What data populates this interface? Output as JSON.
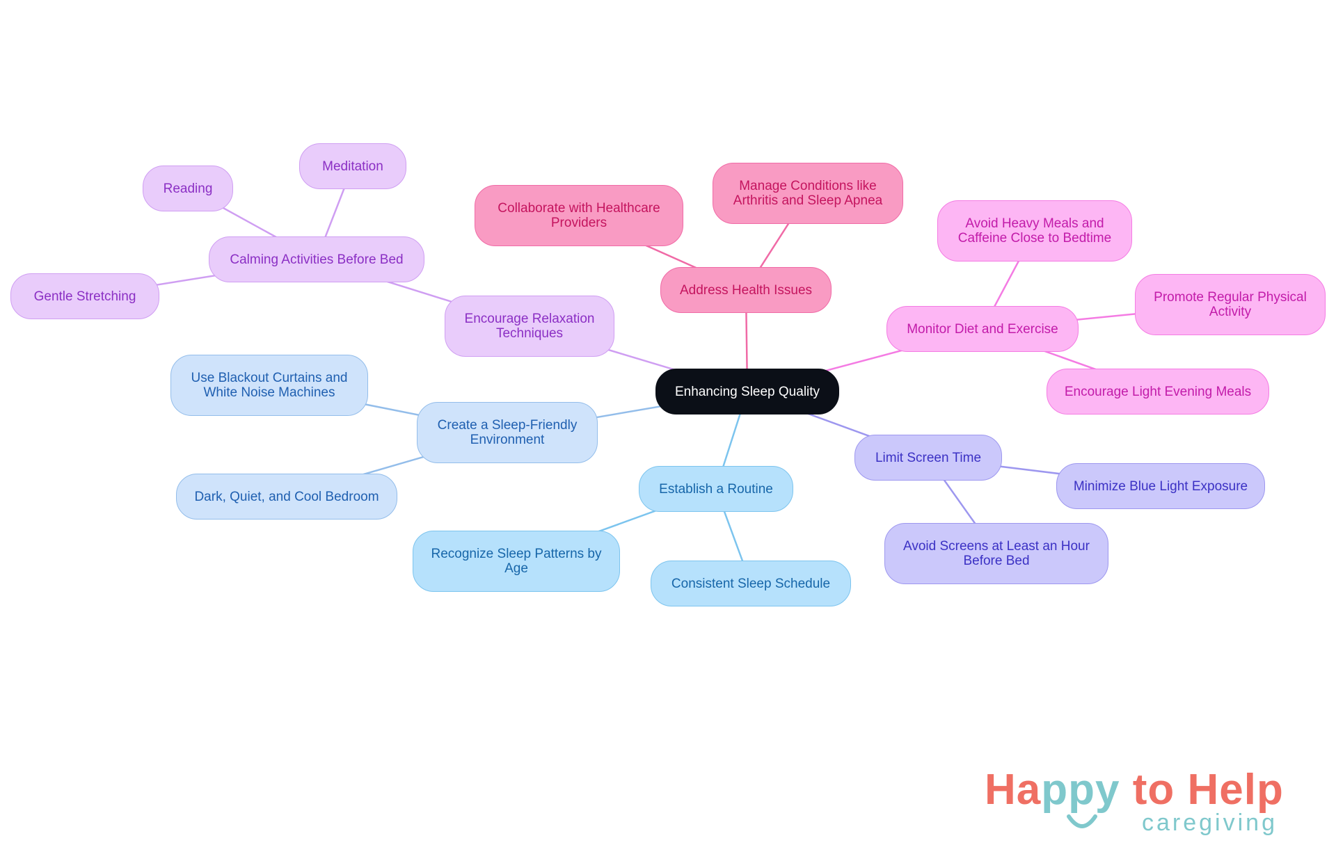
{
  "root": {
    "label": "Enhancing Sleep Quality",
    "color": "#0b0f17"
  },
  "branches": [
    {
      "label": "Address Health Issues",
      "fill": "#f99bc3",
      "stroke": "#f06aa6",
      "text": "#c4145e",
      "children": [
        {
          "label": "Collaborate with Healthcare Providers"
        },
        {
          "label": "Manage Conditions like Arthritis and Sleep Apnea"
        }
      ]
    },
    {
      "label": "Monitor Diet and Exercise",
      "fill": "#fdb6f4",
      "stroke": "#f47be3",
      "text": "#c21ba9",
      "children": [
        {
          "label": "Avoid Heavy Meals and Caffeine Close to Bedtime"
        },
        {
          "label": "Promote Regular Physical Activity"
        },
        {
          "label": "Encourage Light Evening Meals"
        }
      ]
    },
    {
      "label": "Limit Screen Time",
      "fill": "#cbc8fb",
      "stroke": "#9d97ef",
      "text": "#3b31c4",
      "children": [
        {
          "label": "Minimize Blue Light Exposure"
        },
        {
          "label": "Avoid Screens at Least an Hour Before Bed"
        }
      ]
    },
    {
      "label": "Establish a Routine",
      "fill": "#b6e1fc",
      "stroke": "#7cc4ee",
      "text": "#1766a9",
      "children": [
        {
          "label": "Recognize Sleep Patterns by Age"
        },
        {
          "label": "Consistent Sleep Schedule"
        }
      ]
    },
    {
      "label": "Create a Sleep-Friendly Environment",
      "fill": "#cfe3fb",
      "stroke": "#93bdea",
      "text": "#1f5fb0",
      "children": [
        {
          "label": "Use Blackout Curtains and White Noise Machines"
        },
        {
          "label": "Dark, Quiet, and Cool Bedroom"
        }
      ]
    },
    {
      "label": "Encourage Relaxation Techniques",
      "fill": "#e9ccfb",
      "stroke": "#cf9ef2",
      "text": "#8b2fc4",
      "children": [
        {
          "label": "Calming Activities Before Bed",
          "children": [
            {
              "label": "Reading"
            },
            {
              "label": "Meditation"
            },
            {
              "label": "Gentle Stretching"
            }
          ]
        }
      ]
    }
  ],
  "logo": {
    "main": "Happy to Help",
    "sub": "caregiving",
    "main_color": "#ef6f63",
    "sub_color": "#7fc8cc"
  }
}
